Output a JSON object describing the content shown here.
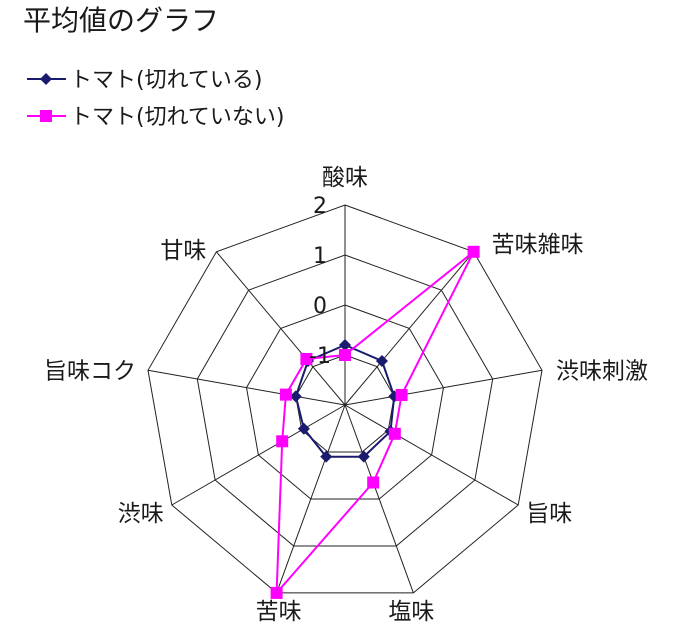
{
  "chart_data": {
    "type": "radar",
    "title": "平均値のグラフ",
    "axes": [
      "酸味",
      "苦味雑味",
      "渋味刺激",
      "旨味",
      "塩味",
      "苦味",
      "渋味",
      "旨味コク",
      "甘味"
    ],
    "rlim": [
      -2,
      2
    ],
    "ticks": [
      "2",
      "1",
      "0",
      "-1"
    ],
    "grid": true,
    "legend_position": "top-left",
    "series": [
      {
        "name": "トマト(切れている)",
        "color": "#1a1a6e",
        "marker": "diamond",
        "values": [
          -0.8,
          -0.85,
          -1.0,
          -0.95,
          -0.9,
          -0.9,
          -1.05,
          -1.0,
          -0.85
        ]
      },
      {
        "name": "トマト(切れていない)",
        "color": "#ff00ff",
        "marker": "square",
        "values": [
          -1.0,
          2.0,
          -0.85,
          -0.85,
          -0.35,
          2.0,
          -0.55,
          -0.8,
          -0.8
        ]
      }
    ]
  }
}
